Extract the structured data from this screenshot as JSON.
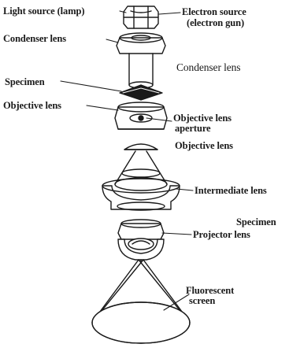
{
  "labels": {
    "light_source": "Light source (lamp)",
    "electron_source": "Electron source",
    "electron_source_sub": "(electron gun)",
    "condenser_left": "Condenser lens",
    "condenser_right": "Condenser lens",
    "specimen_left": "Specimen",
    "objective_left": "Objective lens",
    "objective_aperture": "Objective lens",
    "objective_aperture_sub": "aperture",
    "objective_right": "Objective lens",
    "intermediate": "Intermediate lens",
    "specimen_right": "Specimen",
    "projector": "Projector lens",
    "fluorescent": "Fluorescent",
    "fluorescent_sub": "screen"
  },
  "colors": {
    "ink": "#1a1a1a",
    "background": "#ffffff"
  }
}
